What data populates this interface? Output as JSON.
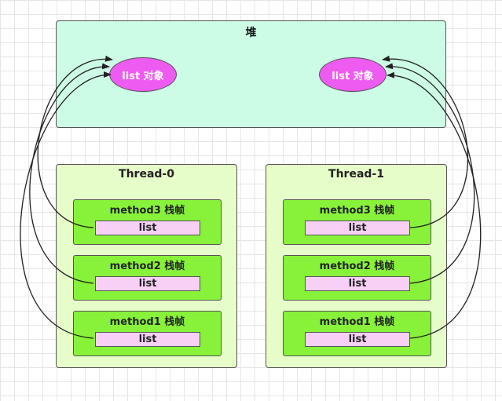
{
  "heap": {
    "title": "堆",
    "objects": [
      {
        "label": "list 对象"
      },
      {
        "label": "list 对象"
      }
    ]
  },
  "threads": [
    {
      "title": "Thread-0",
      "frames": [
        {
          "title": "method3 栈帧",
          "ref": "list"
        },
        {
          "title": "method2 栈帧",
          "ref": "list"
        },
        {
          "title": "method1 栈帧",
          "ref": "list"
        }
      ]
    },
    {
      "title": "Thread-1",
      "frames": [
        {
          "title": "method3 栈帧",
          "ref": "list"
        },
        {
          "title": "method2 栈帧",
          "ref": "list"
        },
        {
          "title": "method1 栈帧",
          "ref": "list"
        }
      ]
    }
  ],
  "colors": {
    "heap_fill": "#ccfbe6",
    "thread_fill": "#e6fcc9",
    "frame_fill": "#88f23a",
    "ref_fill": "#f8d0f5",
    "object_fill": "#ee5bf0",
    "arrow": "#222222"
  }
}
